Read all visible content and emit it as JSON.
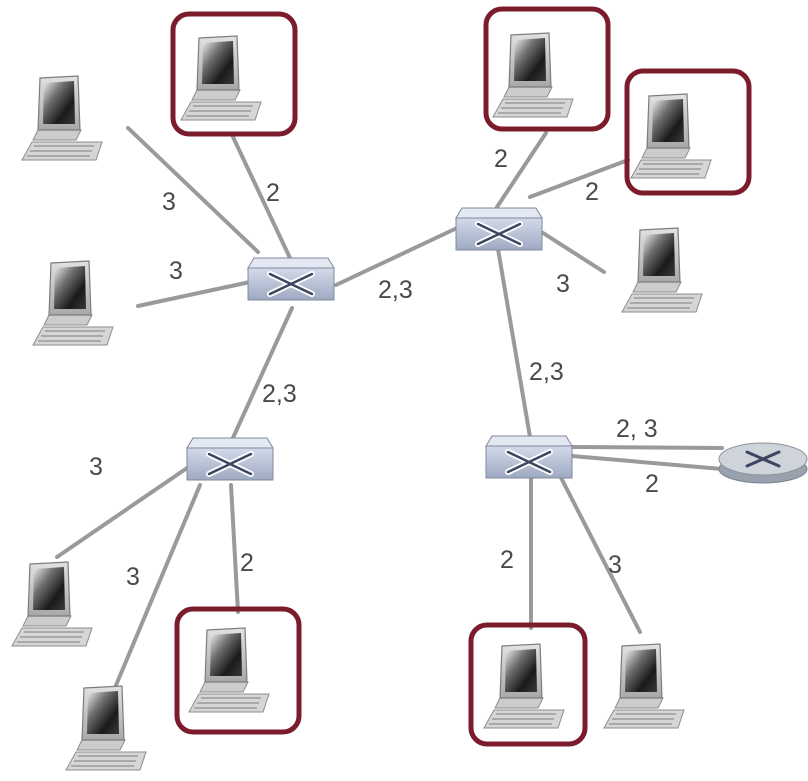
{
  "colors": {
    "highlight": "#7b1c2c",
    "link": "#9a9a9a",
    "label": "#4a4a4a",
    "switch": "#b9c3d8",
    "router": "#c8ccd4"
  },
  "icons": {
    "computer": "computer-icon",
    "switch": "ethernet-switch-icon",
    "router": "router-icon"
  },
  "labels": {
    "link_top_left_host": "2",
    "link_left_host_1": "3",
    "link_left_host_2": "3",
    "link_switch_a_b": "2,3",
    "link_switch_a_c": "2,3",
    "link_top_right_host_1": "2",
    "link_top_right_host_2": "2",
    "link_right_host": "3",
    "link_switch_b_d": "2,3",
    "link_bottom_left_host_1": "3",
    "link_bottom_left_host_2": "3",
    "link_bottom_left_host_3": "2",
    "link_router_upper": "2, 3",
    "link_router_lower": "2",
    "link_bottom_right_host_1": "2",
    "link_bottom_right_host_2": "3"
  }
}
